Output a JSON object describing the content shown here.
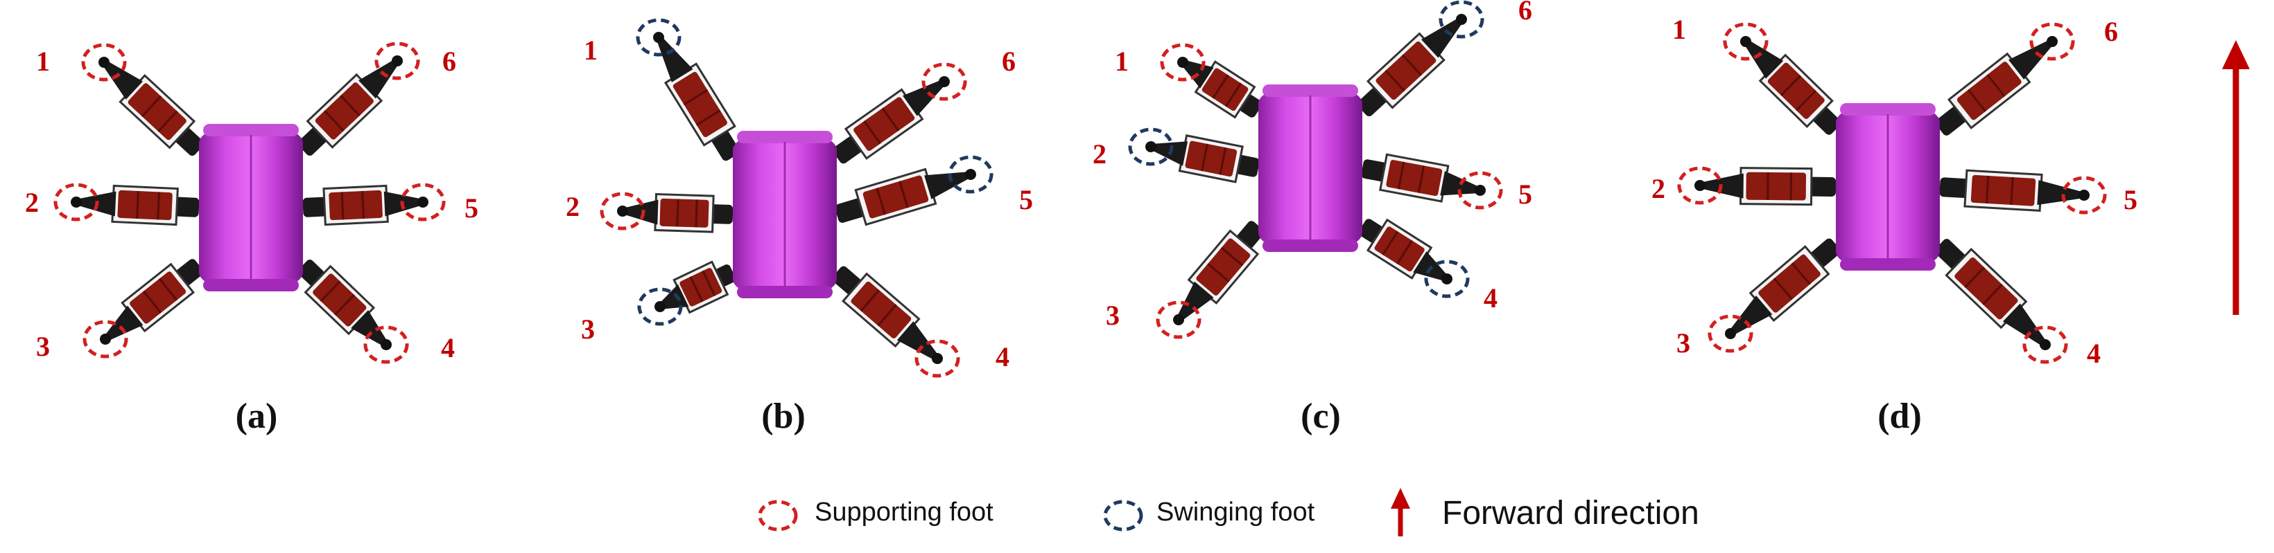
{
  "colors": {
    "supporting": "#d32020",
    "swinging": "#1f3a5f",
    "leg_number": "#c00000",
    "body": "#c23bd6",
    "body_dark": "#8e1fa3",
    "segment_red": "#8b1a10",
    "arrow": "#c00000"
  },
  "panels": [
    {
      "caption": "(a)",
      "legs": [
        {
          "number": "1",
          "state": "supporting"
        },
        {
          "number": "2",
          "state": "supporting"
        },
        {
          "number": "3",
          "state": "supporting"
        },
        {
          "number": "4",
          "state": "supporting"
        },
        {
          "number": "5",
          "state": "supporting"
        },
        {
          "number": "6",
          "state": "supporting"
        }
      ]
    },
    {
      "caption": "(b)",
      "legs": [
        {
          "number": "1",
          "state": "swinging"
        },
        {
          "number": "2",
          "state": "supporting"
        },
        {
          "number": "3",
          "state": "swinging"
        },
        {
          "number": "4",
          "state": "supporting"
        },
        {
          "number": "5",
          "state": "swinging"
        },
        {
          "number": "6",
          "state": "supporting"
        }
      ]
    },
    {
      "caption": "(c)",
      "legs": [
        {
          "number": "1",
          "state": "supporting"
        },
        {
          "number": "2",
          "state": "swinging"
        },
        {
          "number": "3",
          "state": "supporting"
        },
        {
          "number": "4",
          "state": "swinging"
        },
        {
          "number": "5",
          "state": "supporting"
        },
        {
          "number": "6",
          "state": "swinging"
        }
      ]
    },
    {
      "caption": "(d)",
      "legs": [
        {
          "number": "1",
          "state": "supporting"
        },
        {
          "number": "2",
          "state": "supporting"
        },
        {
          "number": "3",
          "state": "supporting"
        },
        {
          "number": "4",
          "state": "supporting"
        },
        {
          "number": "5",
          "state": "supporting"
        },
        {
          "number": "6",
          "state": "supporting"
        }
      ]
    }
  ],
  "legend": {
    "supporting_label": "Supporting foot",
    "swinging_label": "Swinging foot",
    "forward_label": "Forward direction"
  }
}
